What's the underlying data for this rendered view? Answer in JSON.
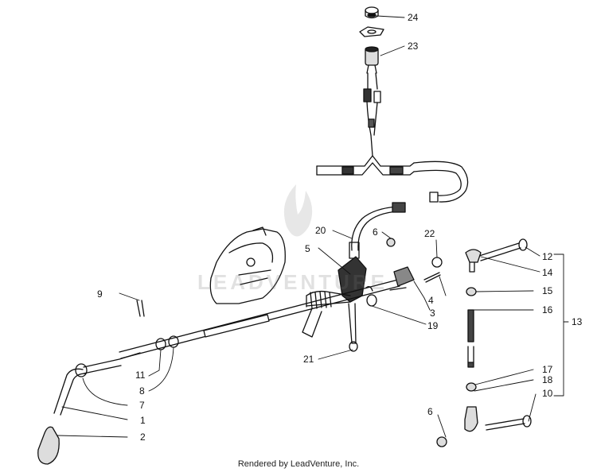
{
  "diagram": {
    "callouts": [
      {
        "id": "c24",
        "label": "24"
      },
      {
        "id": "c23",
        "label": "23"
      },
      {
        "id": "c20",
        "label": "20"
      },
      {
        "id": "c6a",
        "label": "6"
      },
      {
        "id": "c22",
        "label": "22"
      },
      {
        "id": "c12",
        "label": "12"
      },
      {
        "id": "c5",
        "label": "5"
      },
      {
        "id": "c14",
        "label": "14"
      },
      {
        "id": "c15",
        "label": "15"
      },
      {
        "id": "c4",
        "label": "4"
      },
      {
        "id": "c3",
        "label": "3"
      },
      {
        "id": "c9",
        "label": "9"
      },
      {
        "id": "c16",
        "label": "16"
      },
      {
        "id": "c13",
        "label": "13"
      },
      {
        "id": "c19",
        "label": "19"
      },
      {
        "id": "c21",
        "label": "21"
      },
      {
        "id": "c11",
        "label": "11"
      },
      {
        "id": "c17",
        "label": "17"
      },
      {
        "id": "c8",
        "label": "8"
      },
      {
        "id": "c18",
        "label": "18"
      },
      {
        "id": "c10",
        "label": "10"
      },
      {
        "id": "c7",
        "label": "7"
      },
      {
        "id": "c6b",
        "label": "6"
      },
      {
        "id": "c1",
        "label": "1"
      },
      {
        "id": "c2",
        "label": "2"
      }
    ],
    "watermark": "LEADVENTURE",
    "credit": "Rendered by LeadVenture, Inc."
  }
}
